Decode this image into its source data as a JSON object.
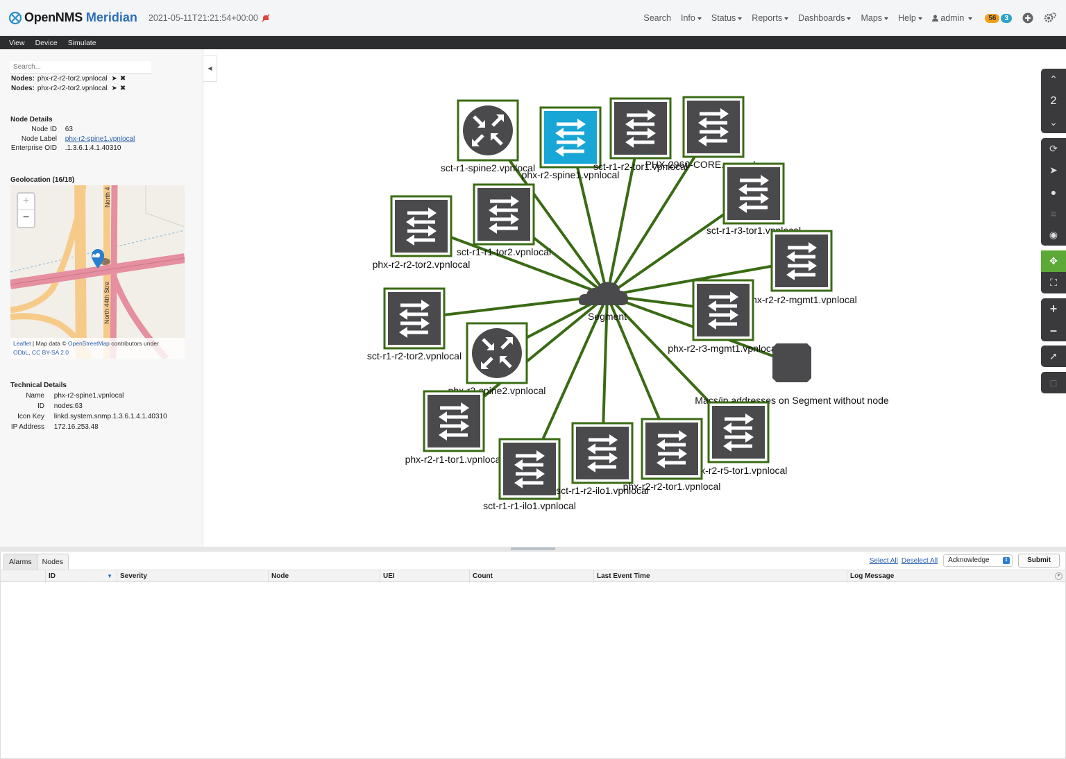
{
  "header": {
    "brand_name": "OpenNMS",
    "brand_product": "Meridian",
    "timestamp": "2021-05-11T21:21:54+00:00",
    "nav": [
      "Search",
      "Info",
      "Status",
      "Reports",
      "Dashboards",
      "Maps",
      "Help"
    ],
    "user": "admin",
    "badge_alarms": "56",
    "badge_notices": "3"
  },
  "menubar": [
    "View",
    "Device",
    "Simulate"
  ],
  "left": {
    "search_placeholder": "Search...",
    "filters": [
      {
        "label": "Nodes:",
        "value": "phx-r2-r2-tor2.vpnlocal"
      },
      {
        "label": "Nodes:",
        "value": "phx-r2-r2-tor2.vpnlocal"
      }
    ],
    "node_details": {
      "title": "Node Details",
      "node_id_label": "Node ID",
      "node_id": "63",
      "node_label_label": "Node Label",
      "node_label": "phx-r2-spine1.vpnlocal",
      "oid_label": "Enterprise OID",
      "oid": ".1.3.6.1.4.1.40310"
    },
    "geolocation": {
      "title": "Geolocation (16/18)",
      "zoom_in": "+",
      "zoom_out": "−",
      "street_a": "North 4",
      "street_b": "North 44th Stre",
      "attr_leaflet": "Leaflet",
      "attr_text": " | Map data © ",
      "attr_osm": "OpenStreetMap",
      "attr_tail": " contributors under",
      "attr_license": "ODbL, CC BY-SA 2.0"
    },
    "technical_details": {
      "title": "Technical Details",
      "name_label": "Name",
      "name": "phx-r2-spine1.vpnlocal",
      "id_label": "ID",
      "id": "nodes:63",
      "icon_key_label": "Icon Key",
      "icon_key": "linkd.system.snmp.1.3.6.1.4.1.40310",
      "ip_label": "IP Address",
      "ip": "172.16.253.48"
    }
  },
  "topology": {
    "center_label": "Segment",
    "nodes": [
      {
        "label": "sct-r1-spine2.vpnlocal",
        "type": "router",
        "selected": false
      },
      {
        "label": "phx-r2-spine1.vpnlocal",
        "type": "switch",
        "selected": true
      },
      {
        "label": "sct-r1-r2-tor1.vpnlocal",
        "type": "switch",
        "selected": false
      },
      {
        "label": "PHX-2960-CORE.example.com",
        "type": "switch",
        "selected": false
      },
      {
        "label": "sct-r1-r3-tor1.vpnlocal",
        "type": "switch",
        "selected": false
      },
      {
        "label": "phx-r2-r2-tor2.vpnlocal",
        "type": "switch",
        "selected": false
      },
      {
        "label": "sct-r1-r1-tor2.vpnlocal",
        "type": "switch",
        "selected": false
      },
      {
        "label": "phx-r2-r2-mgmt1.vpnlocal",
        "type": "switch",
        "selected": false
      },
      {
        "label": "sct-r1-r2-tor2.vpnlocal",
        "type": "switch",
        "selected": false
      },
      {
        "label": "phx-r2-r3-mgmt1.vpnlocal",
        "type": "switch",
        "selected": false
      },
      {
        "label": "phx-r2-spine2.vpnlocal",
        "type": "router",
        "selected": false
      },
      {
        "label": "Macs/ip addresses on Segment without node",
        "type": "unknown",
        "selected": false
      },
      {
        "label": "phx-r2-r1-tor1.vpnlocal",
        "type": "switch",
        "selected": false
      },
      {
        "label": "phx-r2-r5-tor1.vpnlocal",
        "type": "switch",
        "selected": false
      },
      {
        "label": "sct-r1-r1-ilo1.vpnlocal",
        "type": "switch",
        "selected": false
      },
      {
        "label": "sct-r1-r2-ilo1.vpnlocal",
        "type": "switch",
        "selected": false
      },
      {
        "label": "phx-r2-r2-tor1.vpnlocal",
        "type": "switch",
        "selected": false
      }
    ],
    "colors": {
      "edge": "#3a6b14",
      "node_fill": "#4a4a4c",
      "selected_fill": "#17a6d6"
    }
  },
  "toolbar": {
    "szl_level": "2"
  },
  "bottom": {
    "tabs": [
      "Alarms",
      "Nodes"
    ],
    "select_all": "Select All",
    "deselect_all": "Deselect All",
    "action": "Acknowledge",
    "submit": "Submit",
    "columns": [
      "ID",
      "Severity",
      "Node",
      "UEI",
      "Count",
      "Last Event Time",
      "Log Message"
    ]
  }
}
